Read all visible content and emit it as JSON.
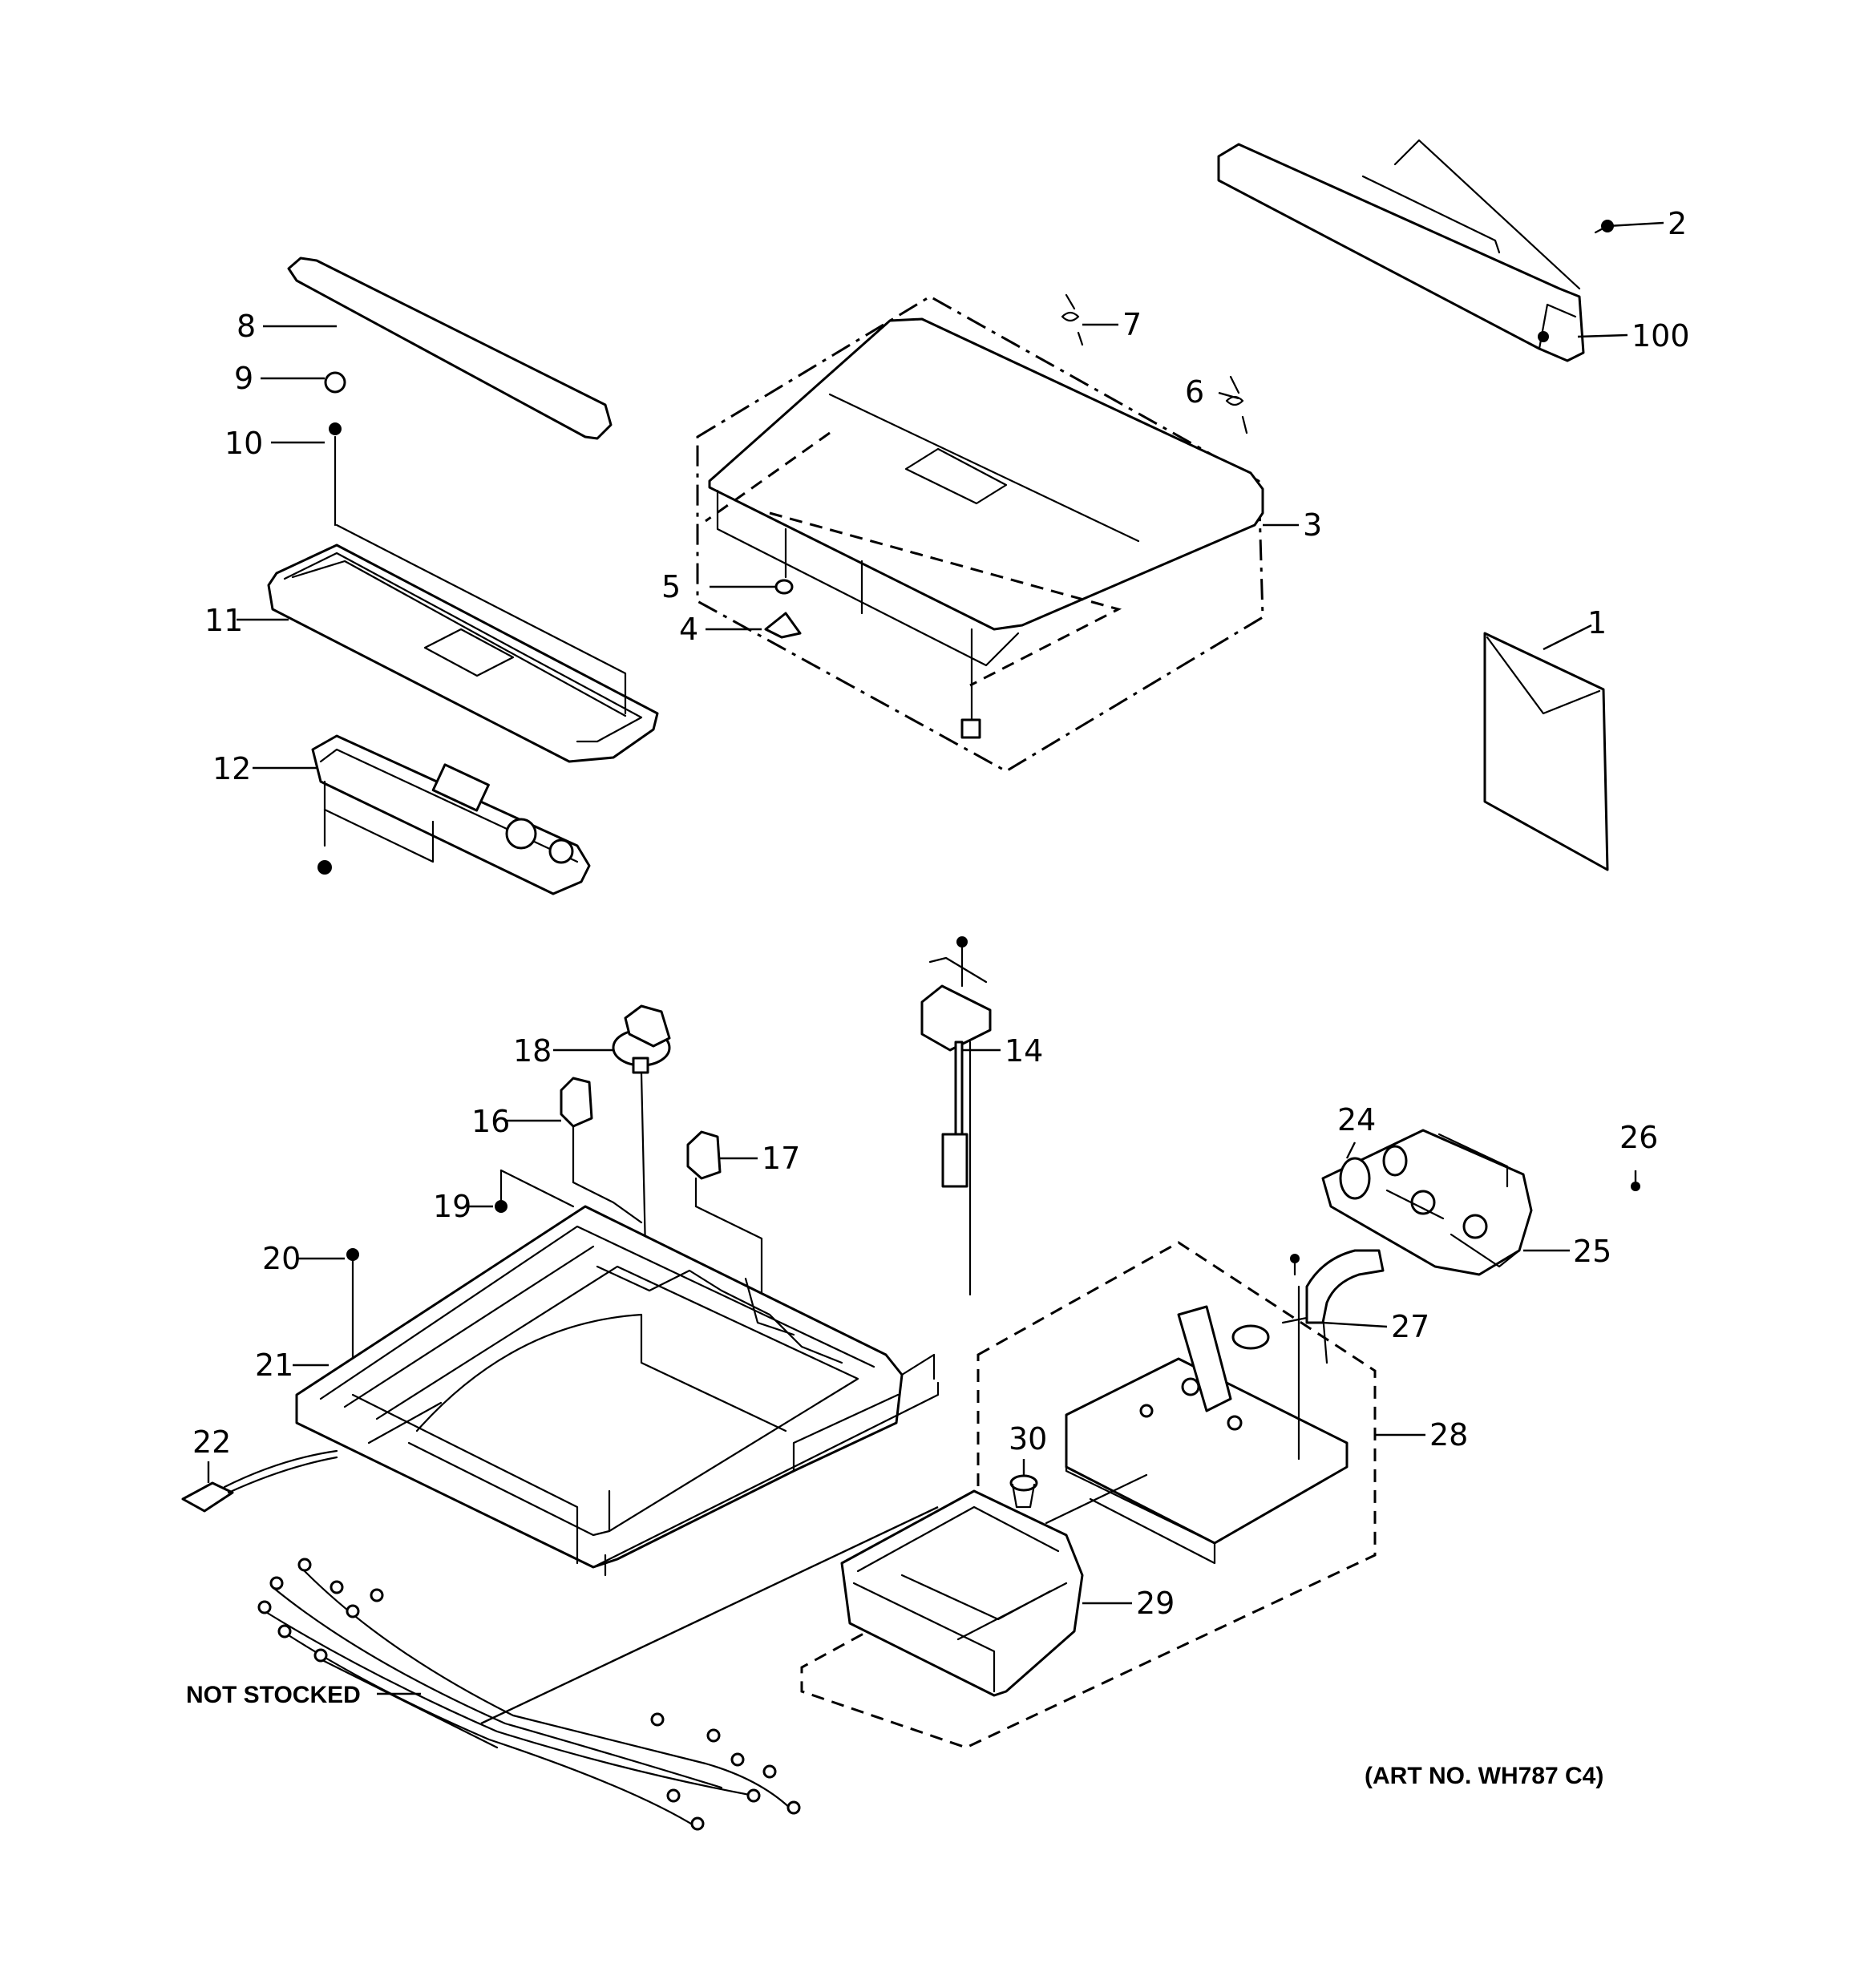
{
  "callouts": {
    "c1": "1",
    "c2": "2",
    "c3": "3",
    "c4": "4",
    "c5": "5",
    "c6": "6",
    "c7": "7",
    "c8": "8",
    "c9": "9",
    "c10": "10",
    "c11": "11",
    "c12": "12",
    "c14": "14",
    "c16": "16",
    "c17": "17",
    "c18": "18",
    "c19": "19",
    "c20": "20",
    "c21": "21",
    "c22": "22",
    "c24": "24",
    "c25": "25",
    "c26": "26",
    "c27": "27",
    "c28": "28",
    "c29": "29",
    "c30": "30",
    "c100": "100"
  },
  "notes": {
    "not_stocked": "NOT STOCKED",
    "art_number": "(ART NO. WH787 C4)"
  }
}
